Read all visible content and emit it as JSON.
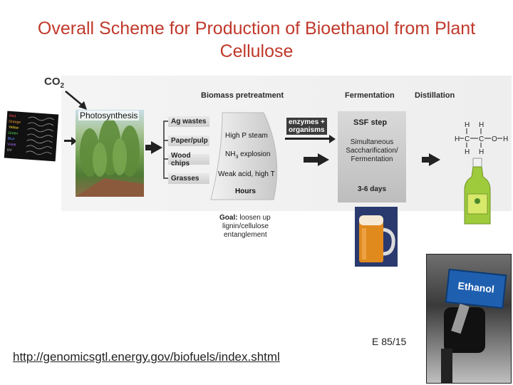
{
  "title": "Overall Scheme for Production of Bioethanol from Plant Cellulose",
  "co2": "CO",
  "co2_sub": "2",
  "photosynthesis": "Photosynthesis",
  "spectrum_labels": [
    "Red",
    "Orange",
    "Yellow",
    "Green",
    "Blue",
    "Violet",
    "UV"
  ],
  "stages": {
    "pretreatment": "Biomass pretreatment",
    "fermentation": "Fermentation",
    "distillation": "Distillation"
  },
  "feedstocks": [
    "Ag wastes",
    "Paper/pulp",
    "Wood chips",
    "Grasses"
  ],
  "pretreatment_items": [
    "High P steam",
    "NH",
    "explosion",
    "Weak acid, high T",
    "Hours"
  ],
  "nh_sub": "3",
  "enzymes": [
    "enzymes +",
    "organisms"
  ],
  "ssf": {
    "title": "SSF step",
    "desc": [
      "Simultaneous",
      "Saccharification/",
      "Fermentation"
    ],
    "time": "3-6 days"
  },
  "goal": {
    "label": "Goal:",
    "lines": [
      "loosen up",
      "lignin/cellulose",
      "entanglement"
    ]
  },
  "ethanol_pump_label": "Ethanol",
  "e85": "E 85/15",
  "url": "http://genomicsgtl.energy.gov/biofuels/index.shtml",
  "colors": {
    "title": "#c0392b",
    "dark": "#222222"
  }
}
